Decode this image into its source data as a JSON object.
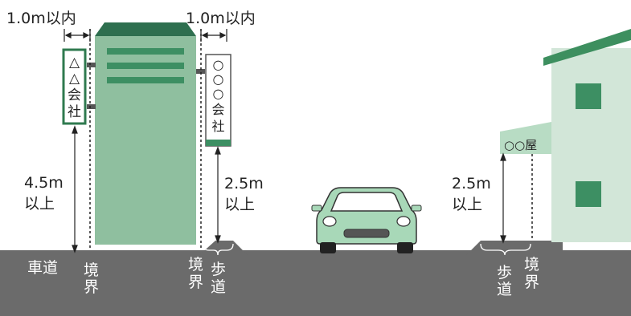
{
  "colors": {
    "ground": "#6b6b6b",
    "building_left": "#8fbf9f",
    "building_left_roof": "#2e6f4f",
    "building_right": "#d2e6d8",
    "building_right_roof": "#3d8f5f",
    "stripe": "#3d8f63",
    "sign_border": "#2f7a4f",
    "car_body": "#a8d8b8",
    "awning": "#b8dcc4"
  },
  "dimensions": {
    "setback_left": "1.0m以内",
    "setback_right": "1.0m以内",
    "height_left_line1": "4.5m",
    "height_left_line2": "以上",
    "height_middle_line1": "2.5m",
    "height_middle_line2": "以上",
    "height_right_line1": "2.5m",
    "height_right_line2": "以上"
  },
  "signs": {
    "left_sign": [
      "△",
      "△",
      "会",
      "社"
    ],
    "right_sign": [
      "○",
      "○",
      "○",
      "会",
      "社"
    ],
    "shop_awning": "○○屋"
  },
  "ground_labels": {
    "roadway": "車道",
    "boundary_1": [
      "境",
      "界"
    ],
    "boundary_2": [
      "境",
      "界"
    ],
    "sidewalk_1": [
      "歩",
      "道"
    ],
    "sidewalk_2": [
      "歩",
      "道"
    ],
    "boundary_3": [
      "境",
      "界"
    ]
  }
}
